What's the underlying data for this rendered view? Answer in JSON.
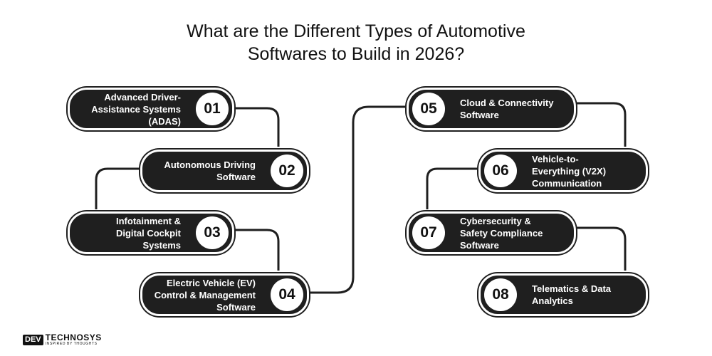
{
  "title": {
    "line1": "What are the Different Types of Automotive",
    "line2": "Softwares to Build in 2026?"
  },
  "items": [
    {
      "number": "01",
      "lines": [
        "Advanced Driver-",
        "Assistance Systems",
        "(ADAS)"
      ]
    },
    {
      "number": "02",
      "lines": [
        "Autonomous Driving",
        "Software"
      ]
    },
    {
      "number": "03",
      "lines": [
        "Infotainment &",
        "Digital Cockpit",
        "Systems"
      ]
    },
    {
      "number": "04",
      "lines": [
        "Electric Vehicle (EV)",
        "Control & Management",
        "Software"
      ]
    },
    {
      "number": "05",
      "lines": [
        "Cloud & Connectivity",
        "Software"
      ]
    },
    {
      "number": "06",
      "lines": [
        "Vehicle-to-",
        "Everything (V2X)",
        "Communication"
      ]
    },
    {
      "number": "07",
      "lines": [
        "Cybersecurity &",
        "Safety Compliance",
        "Software"
      ]
    },
    {
      "number": "08",
      "lines": [
        "Telematics & Data",
        "Analytics"
      ]
    }
  ],
  "logo": {
    "mark": "DEV",
    "name": "TECHNOSYS",
    "tagline": "INSPIRED BY THOUGHTS"
  },
  "colors": {
    "pill": "#1f1f1f",
    "number_circle": "#ffffff",
    "connector": "#1f1f1f"
  }
}
